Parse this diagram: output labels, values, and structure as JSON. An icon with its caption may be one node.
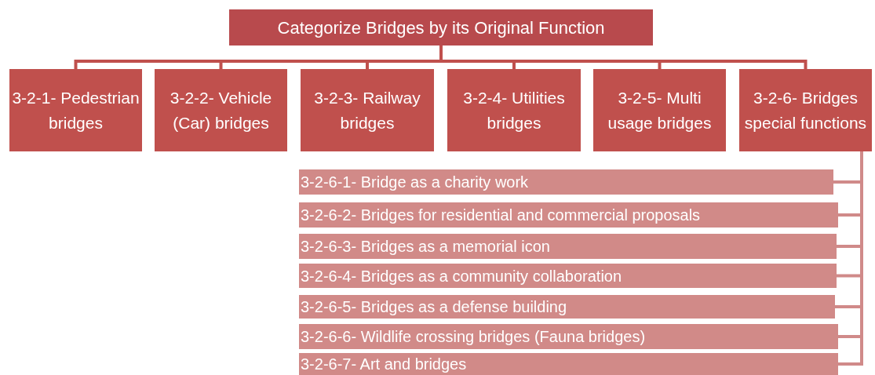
{
  "diagram": {
    "nodes": [
      {
        "text": [
          "Categorize Bridges by its Original Function"
        ]
      },
      {
        "text": [
          "3-2-1- Pedestrian bridges"
        ]
      },
      {
        "text": [
          "3-2-2- Vehicle (Car) bridges"
        ]
      },
      {
        "text": [
          "3-2-3- Railway bridges"
        ]
      },
      {
        "text": [
          "3-2-4- Utilities bridges"
        ]
      },
      {
        "text": [
          "3-2-5- Multi usage bridges"
        ]
      },
      {
        "text": [
          "3-2-6- Bridges special functions"
        ]
      },
      {
        "text": [
          "3-2-6-1- Bridge as a charity work"
        ]
      },
      {
        "text": [
          "3-2-6-2- Bridges for residential and commercial proposals"
        ]
      },
      {
        "text": [
          "3-2-6-3- Bridges as a memorial icon"
        ]
      },
      {
        "text": [
          "3-2-6-4- Bridges as a community collaboration"
        ]
      },
      {
        "text": [
          "3-2-6-5- Bridges as a defense building"
        ]
      },
      {
        "text": [
          "3-2-6-6- Wildlife crossing bridges (Fauna bridges)"
        ]
      },
      {
        "text": [
          "3-2-6-7- Art and bridges"
        ]
      }
    ],
    "edges": [
      {
        "from": 0,
        "to": 1,
        "arrow": "none"
      },
      {
        "from": 0,
        "to": 2,
        "arrow": "none"
      },
      {
        "from": 0,
        "to": 3,
        "arrow": "none"
      },
      {
        "from": 0,
        "to": 4,
        "arrow": "none"
      },
      {
        "from": 0,
        "to": 5,
        "arrow": "none"
      },
      {
        "from": 0,
        "to": 6,
        "arrow": "none"
      },
      {
        "from": 6,
        "to": 7,
        "arrow": "none",
        "color": "#d08a89"
      },
      {
        "from": 6,
        "to": 8,
        "arrow": "none",
        "color": "#d08a89"
      },
      {
        "from": 6,
        "to": 9,
        "arrow": "none",
        "color": "#d08a89"
      },
      {
        "from": 6,
        "to": 10,
        "arrow": "none",
        "color": "#d08a89"
      },
      {
        "from": 6,
        "to": 11,
        "arrow": "none",
        "color": "#d08a89"
      },
      {
        "from": 6,
        "to": 12,
        "arrow": "none",
        "color": "#d08a89"
      },
      {
        "from": 6,
        "to": 13,
        "arrow": "none",
        "color": "#d08a89"
      }
    ]
  }
}
